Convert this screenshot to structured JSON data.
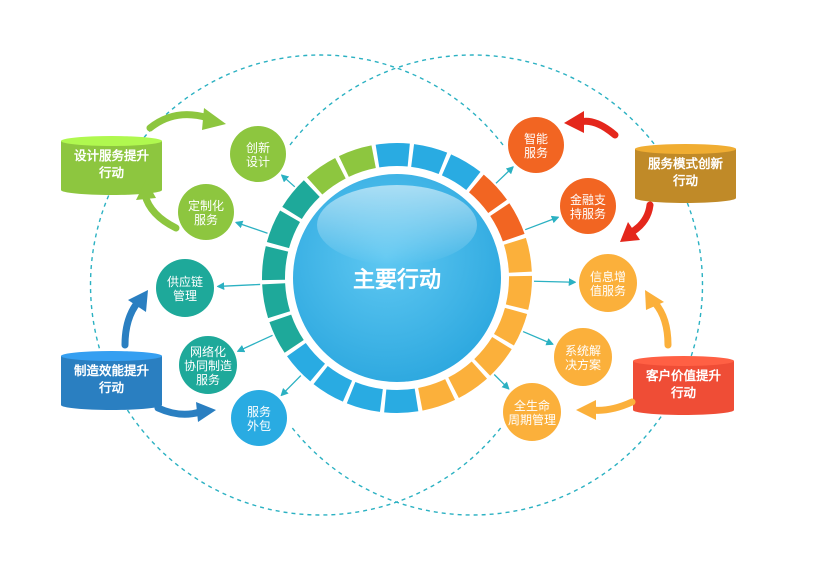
{
  "center": {
    "label": "主要行动"
  },
  "nodes": {
    "innovative_design": {
      "lines": [
        "创新",
        "设计"
      ],
      "color": "#8dc63f"
    },
    "customization": {
      "lines": [
        "定制化",
        "服务"
      ],
      "color": "#8dc63f"
    },
    "supply_chain": {
      "lines": [
        "供应链",
        "管理"
      ],
      "color": "#1ea99a"
    },
    "network_manufacturing": {
      "lines": [
        "网络化",
        "协同制造",
        "服务"
      ],
      "color": "#1ea99a"
    },
    "outsourcing": {
      "lines": [
        "服务",
        "外包"
      ],
      "color": "#29abe2"
    },
    "smart_service": {
      "lines": [
        "智能",
        "服务"
      ],
      "color": "#f26522"
    },
    "financial_support": {
      "lines": [
        "金融支",
        "持服务"
      ],
      "color": "#f26522"
    },
    "info_value_added": {
      "lines": [
        "信息增",
        "值服务"
      ],
      "color": "#fbb03b"
    },
    "system_solution": {
      "lines": [
        "系统解",
        "决方案"
      ],
      "color": "#fbb03b"
    },
    "lifecycle_management": {
      "lines": [
        "全生命",
        "周期管理"
      ],
      "color": "#fbb03b"
    }
  },
  "actions": {
    "design_service": {
      "lines": [
        "设计服务提升",
        "行动"
      ],
      "color": "#8dc63f"
    },
    "manufacturing_efficiency": {
      "lines": [
        "制造效能提升",
        "行动"
      ],
      "color": "#2a7fc1"
    },
    "service_model": {
      "lines": [
        "服务模式创新",
        "行动"
      ],
      "color": "#c08a28"
    },
    "customer_value": {
      "lines": [
        "客户价值提升",
        "行动"
      ],
      "color": "#ef4d36"
    }
  },
  "colors": {
    "green": "#8dc63f",
    "teal": "#1ea99a",
    "blue": "#29abe2",
    "orange": "#f26522",
    "yellow": "#fbb03b",
    "center": "#3db5e8",
    "connector": "#2bb1c2",
    "arrow_green": "#8dc63f",
    "arrow_blue": "#2a7fc1",
    "arrow_red": "#e4271c",
    "arrow_yellow": "#fbb03b"
  }
}
